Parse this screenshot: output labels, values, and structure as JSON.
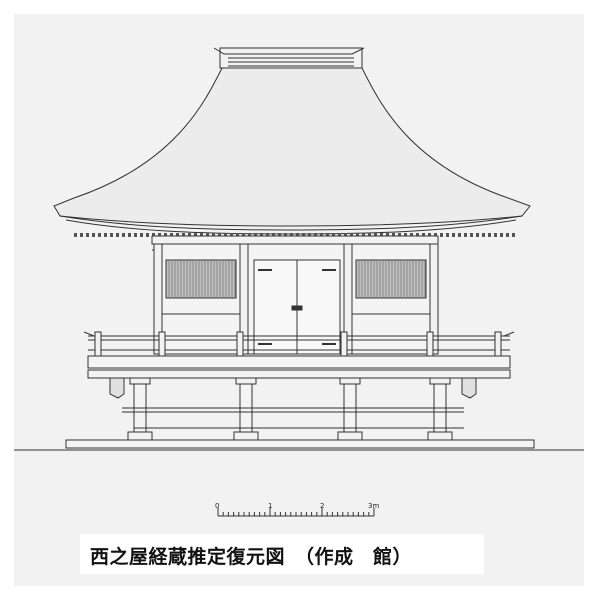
{
  "drawing": {
    "subject": "west storehouse sutra repository restored elevation",
    "line_color": "#333333",
    "background_color": "#f2f2f2"
  },
  "scale_bar": {
    "labels": [
      "0",
      "1",
      "2",
      "3m"
    ]
  },
  "caption": {
    "text": "西之屋経蔵推定復元図　（作成　館）"
  }
}
